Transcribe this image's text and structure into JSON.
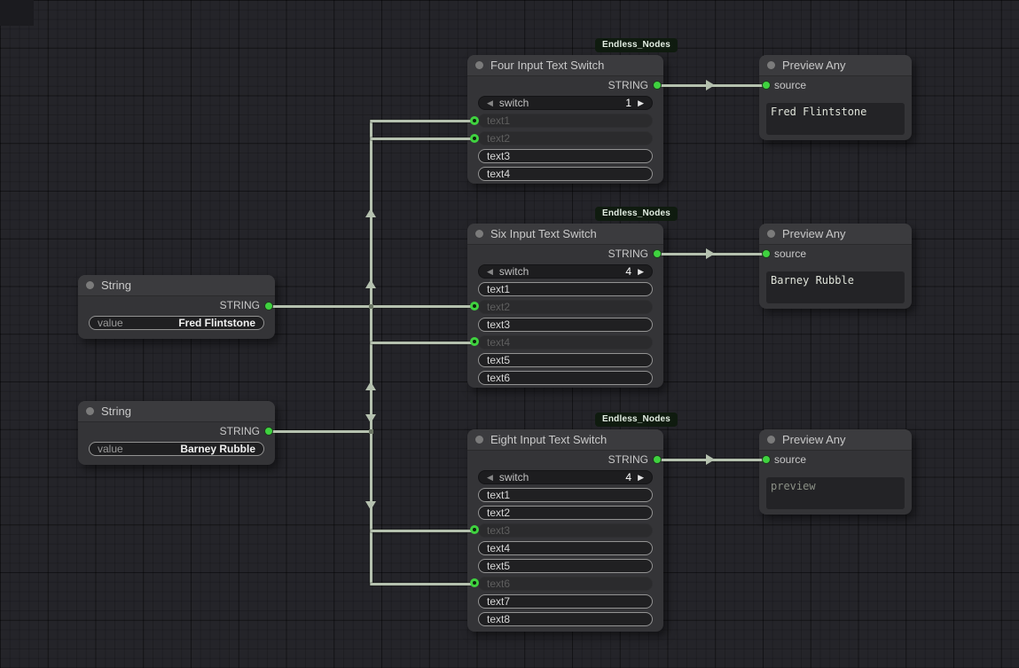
{
  "badge": {
    "label": "Endless_Nodes"
  },
  "icons": {
    "prev": "◀",
    "next": "▶"
  },
  "colors": {
    "wire": "#b5c1af",
    "port_green": "#3fd23f",
    "badge_bg": "#0f1b0f"
  },
  "nodes": {
    "string_fred": {
      "title": "String",
      "output_label": "STRING",
      "widget_label": "value",
      "widget_value": "Fred Flintstone"
    },
    "string_barney": {
      "title": "String",
      "output_label": "STRING",
      "widget_label": "value",
      "widget_value": "Barney Rubble"
    },
    "four": {
      "title": "Four Input Text Switch",
      "output_label": "STRING",
      "switch_label": "switch",
      "switch_value": "1",
      "rows": [
        "text1",
        "text2",
        "text3",
        "text4"
      ]
    },
    "six": {
      "title": "Six Input Text Switch",
      "output_label": "STRING",
      "switch_label": "switch",
      "switch_value": "4",
      "rows": [
        "text1",
        "text2",
        "text3",
        "text4",
        "text5",
        "text6"
      ]
    },
    "eight": {
      "title": "Eight Input Text Switch",
      "output_label": "STRING",
      "switch_label": "switch",
      "switch_value": "4",
      "rows": [
        "text1",
        "text2",
        "text3",
        "text4",
        "text5",
        "text6",
        "text7",
        "text8"
      ]
    },
    "preview_fred": {
      "title": "Preview Any",
      "input_label": "source",
      "preview_text": "Fred Flintstone"
    },
    "preview_barney": {
      "title": "Preview Any",
      "input_label": "source",
      "preview_text": "Barney Rubble"
    },
    "preview_bottom": {
      "title": "Preview Any",
      "input_label": "source",
      "preview_text": "preview"
    }
  }
}
